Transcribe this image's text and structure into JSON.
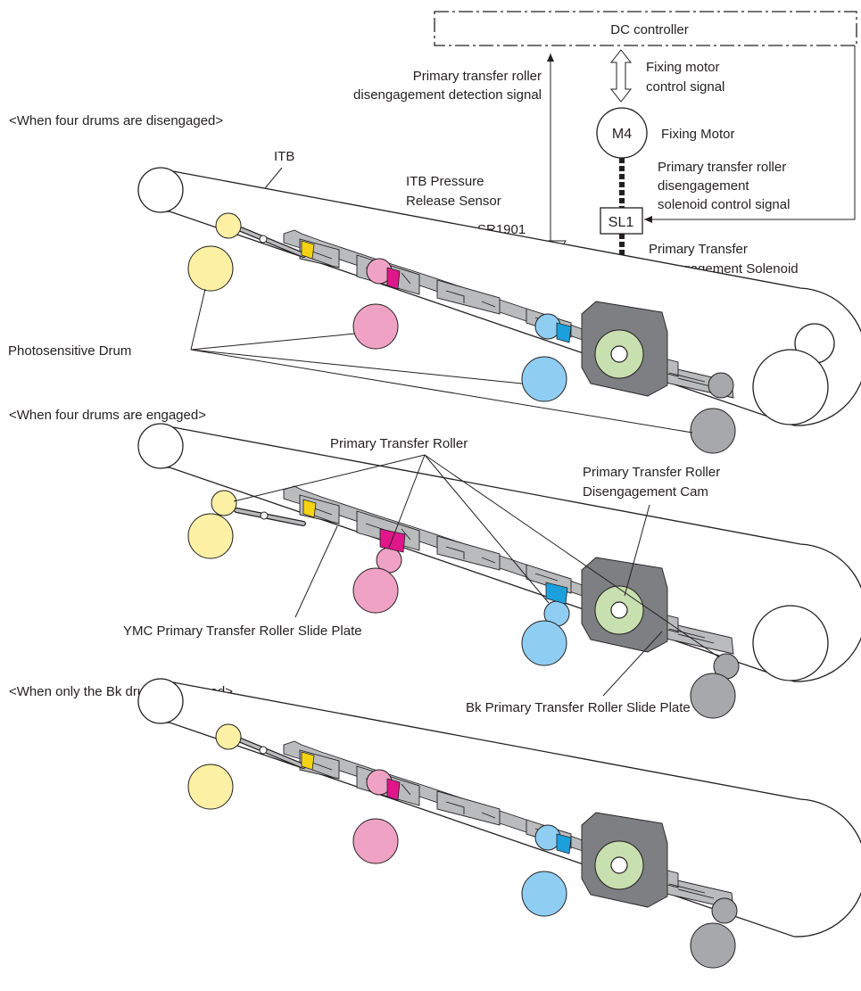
{
  "colors": {
    "yellow": "#fbf0a4",
    "magenta": "#f0a2c5",
    "cyan": "#8fcdf2",
    "black_drum": "#a6a8ab",
    "yellow_part": "#f5d312",
    "magenta_part": "#e0168a",
    "cyan_part": "#1d9fdc",
    "cam": "#c8dfb0",
    "chassis": "#b9bbbd",
    "line": "#231f20"
  },
  "top": {
    "dc_controller": "DC controller",
    "detection_signal_line1": "Primary transfer roller",
    "detection_signal_line2": "disengagement detection signal",
    "fixing_signal_line1": "Fixing motor",
    "fixing_signal_line2": "control signal",
    "motor_id": "M4",
    "motor_name": "Fixing Motor",
    "solenoid_signal_line1": "Primary transfer roller",
    "solenoid_signal_line2": "disengagement",
    "solenoid_signal_line3": "solenoid control signal",
    "solenoid_id": "SL1",
    "solenoid_name_line1": "Primary Transfer",
    "solenoid_name_line2": "Disengagement Solenoid",
    "sensor_line1": "ITB Pressure",
    "sensor_line2": "Release Sensor",
    "sensor_id": "SR1901"
  },
  "states": {
    "disengaged": "<When four drums are disengaged>",
    "engaged": "<When four drums are engaged>",
    "bk_only": "<When only the Bk drum is engaged>"
  },
  "labels": {
    "itb": "ITB",
    "photosensitive_drum": "Photosensitive Drum",
    "primary_transfer_roller": "Primary Transfer Roller",
    "cam_line1": "Primary Transfer Roller",
    "cam_line2": "Disengagement Cam",
    "ymc_slide_plate": "YMC Primary Transfer Roller Slide Plate",
    "bk_slide_plate": "Bk Primary Transfer Roller Slide Plate"
  }
}
